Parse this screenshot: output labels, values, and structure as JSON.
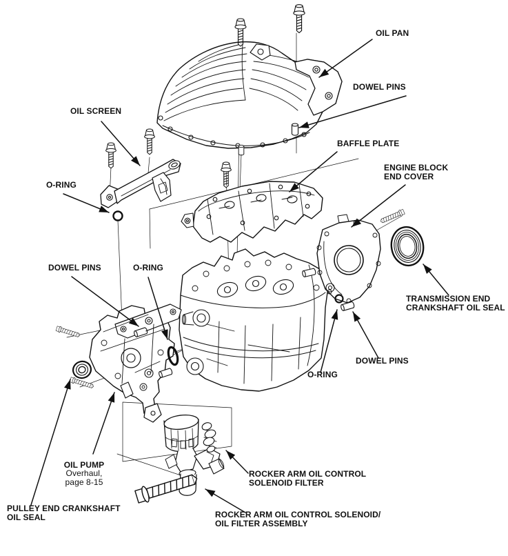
{
  "figure": {
    "background_color": "#ffffff",
    "line_color": "#111111",
    "labels": {
      "oil_pan": {
        "lines": [
          "OIL PAN"
        ]
      },
      "dowel_pins_top_right": {
        "lines": [
          "DOWEL PINS"
        ]
      },
      "oil_screen": {
        "lines": [
          "OIL SCREEN"
        ]
      },
      "o_ring_upper_left": {
        "lines": [
          "O-RING"
        ]
      },
      "baffle_plate": {
        "lines": [
          "BAFFLE PLATE"
        ]
      },
      "engine_block_end_cover": {
        "lines": [
          "ENGINE BLOCK",
          "END COVER"
        ]
      },
      "dowel_pins_left": {
        "lines": [
          "DOWEL PINS"
        ]
      },
      "o_ring_center": {
        "lines": [
          "O-RING"
        ]
      },
      "transmission_end_crankshaft_oil_seal": {
        "lines": [
          "TRANSMISSION END",
          "CRANKSHAFT OIL SEAL"
        ]
      },
      "o_ring_right": {
        "lines": [
          "O-RING"
        ]
      },
      "dowel_pins_bottom_right": {
        "lines": [
          "DOWEL PINS"
        ]
      },
      "oil_pump": {
        "lines": [
          "OIL PUMP"
        ],
        "note_lines": [
          "Overhaul,",
          "page 8-15"
        ]
      },
      "pulley_end_crankshaft_oil_seal": {
        "lines": [
          "PULLEY END CRANKSHAFT",
          "OIL SEAL"
        ]
      },
      "rocker_arm_oil_control_solenoid_filter": {
        "lines": [
          "ROCKER ARM OIL CONTROL",
          "SOLENOID FILTER"
        ]
      },
      "rocker_arm_oil_control_solenoid_assembly": {
        "lines": [
          "ROCKER ARM OIL CONTROL SOLENOID/",
          "OIL FILTER ASSEMBLY"
        ]
      }
    }
  }
}
